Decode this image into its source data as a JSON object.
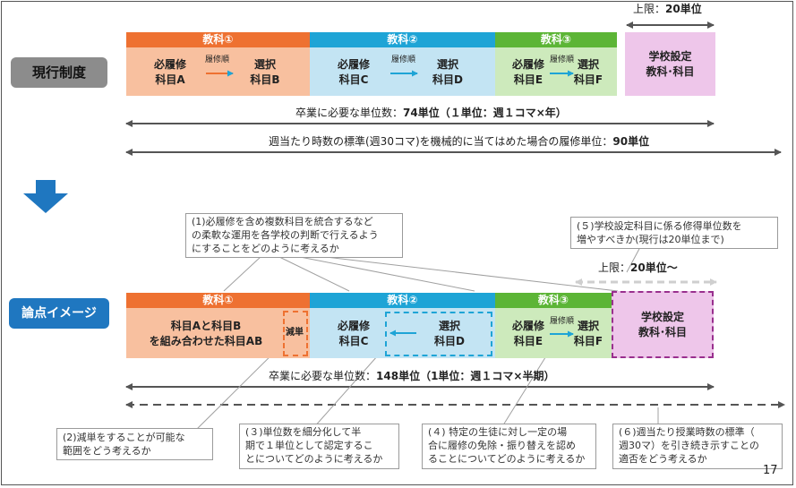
{
  "current": {
    "label": "現行制度",
    "subjects": [
      "教科①",
      "教科②",
      "教科③"
    ],
    "s1": {
      "a_line1": "必履修",
      "a_line2": "科目A",
      "arrow": "履修順",
      "b_line1": "選択",
      "b_line2": "科目B"
    },
    "s2": {
      "a_line1": "必履修",
      "a_line2": "科目C",
      "b_line1": "選択",
      "b_line2": "科目D"
    },
    "s3": {
      "a_line1": "必履修",
      "a_line2": "科目E",
      "arrow": "履修順",
      "b_line1": "選択",
      "b_line2": "科目F"
    },
    "school": {
      "line1": "学校設定",
      "line2": "教科･科目"
    },
    "limit_prefix": "上限：",
    "limit_value": "20単位",
    "grad_prefix": "卒業に必要な単位数：",
    "grad_value": "74単位（１単位：週１コマ×年）",
    "std_prefix": "週当たり時数の標準(週30コマ)を機械的に当てはめた場合の履修単位：",
    "std_value": "90単位"
  },
  "proposed": {
    "label": "論点イメージ",
    "subjects": [
      "教科①",
      "教科②",
      "教科③"
    ],
    "s1": {
      "line1": "科目Aと科目B",
      "line2": "を組み合わせた科目AB",
      "reduced": "減単"
    },
    "s2": {
      "a_line1": "必履修",
      "a_line2": "科目C",
      "b_line1": "選択",
      "b_line2": "科目D"
    },
    "s3": {
      "a_line1": "必履修",
      "a_line2": "科目E",
      "arrow": "履修順",
      "b_line1": "選択",
      "b_line2": "科目F"
    },
    "school": {
      "line1": "学校設定",
      "line2": "教科･科目"
    },
    "limit_prefix": "上限：",
    "limit_value": "20単位～",
    "grad_prefix": "卒業に必要な単位数：",
    "grad_value": "148単位（1単位：週１コマ×半期）"
  },
  "notes": {
    "n1": [
      "(1)必履修を含め複数科目を統合するなど",
      "の柔軟な運用を各学校の判断で行えるよう",
      "にすることをどのように考えるか"
    ],
    "n5": [
      "(５)学校設定科目に係る修得単位数を",
      "増やすべきか(現行は20単位まで)"
    ],
    "n2": [
      "(2)減単をすることが可能な",
      "範囲をどう考えるか"
    ],
    "n3": [
      "(３)単位数を細分化して半",
      "期で１単位として認定するこ",
      "とについてどのように考えるか"
    ],
    "n4": [
      "(４) 特定の生徒に対し一定の場",
      "合に履修の免除・振り替えを認め",
      "ることについてどのように考えるか"
    ],
    "n6": [
      "(６)週当たり授業時数の標準（",
      "週30マ）を引き続き示すことの",
      "適否をどう考えるか"
    ]
  },
  "page_number": "17",
  "colors": {
    "orange": "#ee7131",
    "orange_light": "#f8c09f",
    "blue": "#1ea4d6",
    "blue_light": "#c3e4f3",
    "green": "#5cb536",
    "green_light": "#cdeabc",
    "pink": "#eec6ea",
    "purple": "#992f8e",
    "gray_pill": "#8c8c8c",
    "blue_pill": "#1f77c0"
  }
}
